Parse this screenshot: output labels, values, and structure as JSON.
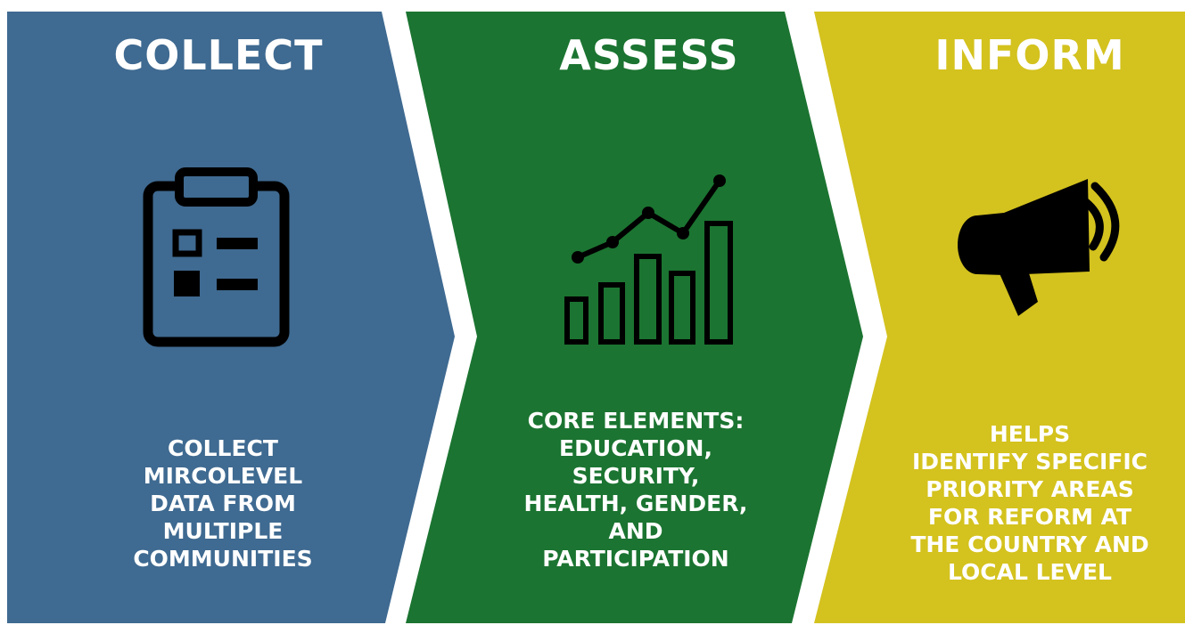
{
  "colors": {
    "collect": "#3f6a91",
    "assess": "#1b7431",
    "inform": "#d4c21e",
    "text": "#ffffff",
    "icon": "#000000"
  },
  "steps": [
    {
      "title": "COLLECT",
      "icon": "clipboard-checklist-icon",
      "description": "COLLECT\nMIRCOLEVEL\nDATA FROM\nMULTIPLE\nCOMMUNITIES"
    },
    {
      "title": "ASSESS",
      "icon": "bar-line-chart-icon",
      "description": "CORE ELEMENTS:\nEDUCATION,\nSECURITY,\nHEALTH, GENDER,\nAND\nPARTICIPATION"
    },
    {
      "title": "INFORM",
      "icon": "megaphone-icon",
      "description": "HELPS\nIDENTIFY SPECIFIC\nPRIORITY AREAS\nFOR REFORM AT\nTHE COUNTRY AND\nLOCAL LEVEL"
    }
  ]
}
